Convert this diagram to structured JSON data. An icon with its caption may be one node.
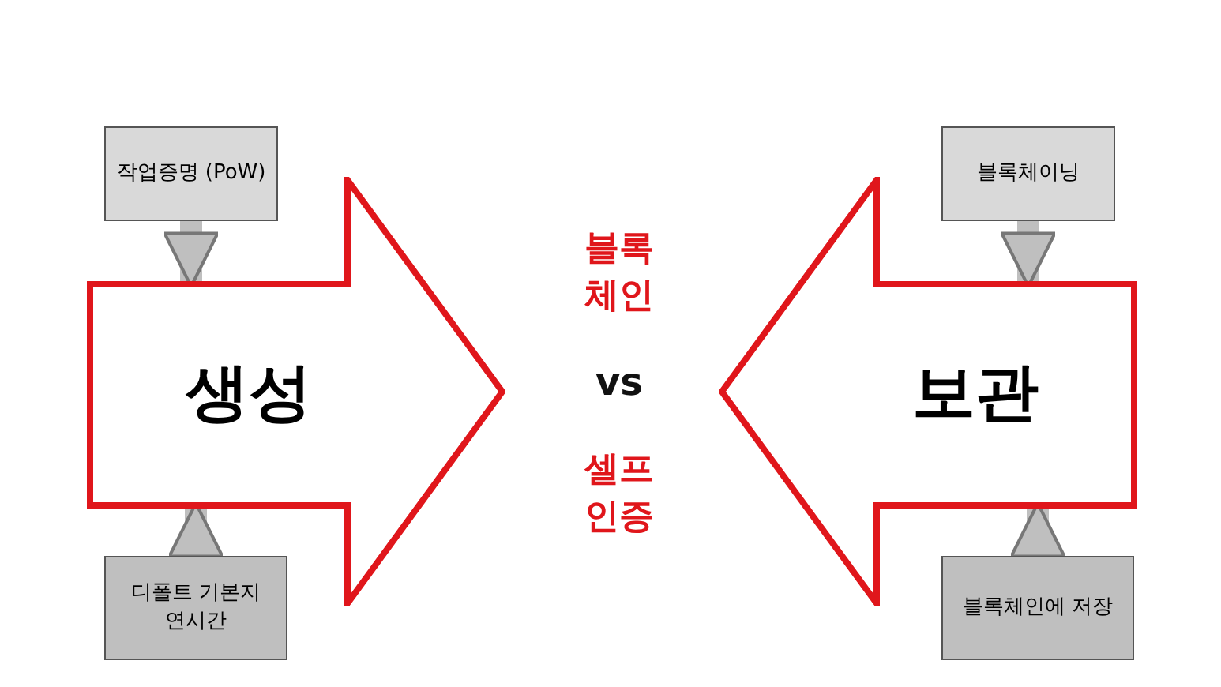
{
  "diagram": {
    "nodes": [
      {
        "text": [
          "작업증명 (PoW)"
        ]
      },
      {
        "text": [
          "생성"
        ]
      },
      {
        "text": [
          "디폴트 기본지연시간"
        ]
      },
      {
        "text": [
          "블록체이닝"
        ]
      },
      {
        "text": [
          "보관"
        ]
      },
      {
        "text": [
          "블록체인에 저장"
        ]
      }
    ],
    "edges": [
      {
        "from": 0,
        "to": 1,
        "arrow": "to"
      },
      {
        "from": 2,
        "to": 1,
        "arrow": "to"
      },
      {
        "from": 3,
        "to": 4,
        "arrow": "to"
      },
      {
        "from": 5,
        "to": 4,
        "arrow": "to"
      }
    ],
    "labels": [
      "블록체인",
      "vs",
      "셀프인증"
    ]
  }
}
